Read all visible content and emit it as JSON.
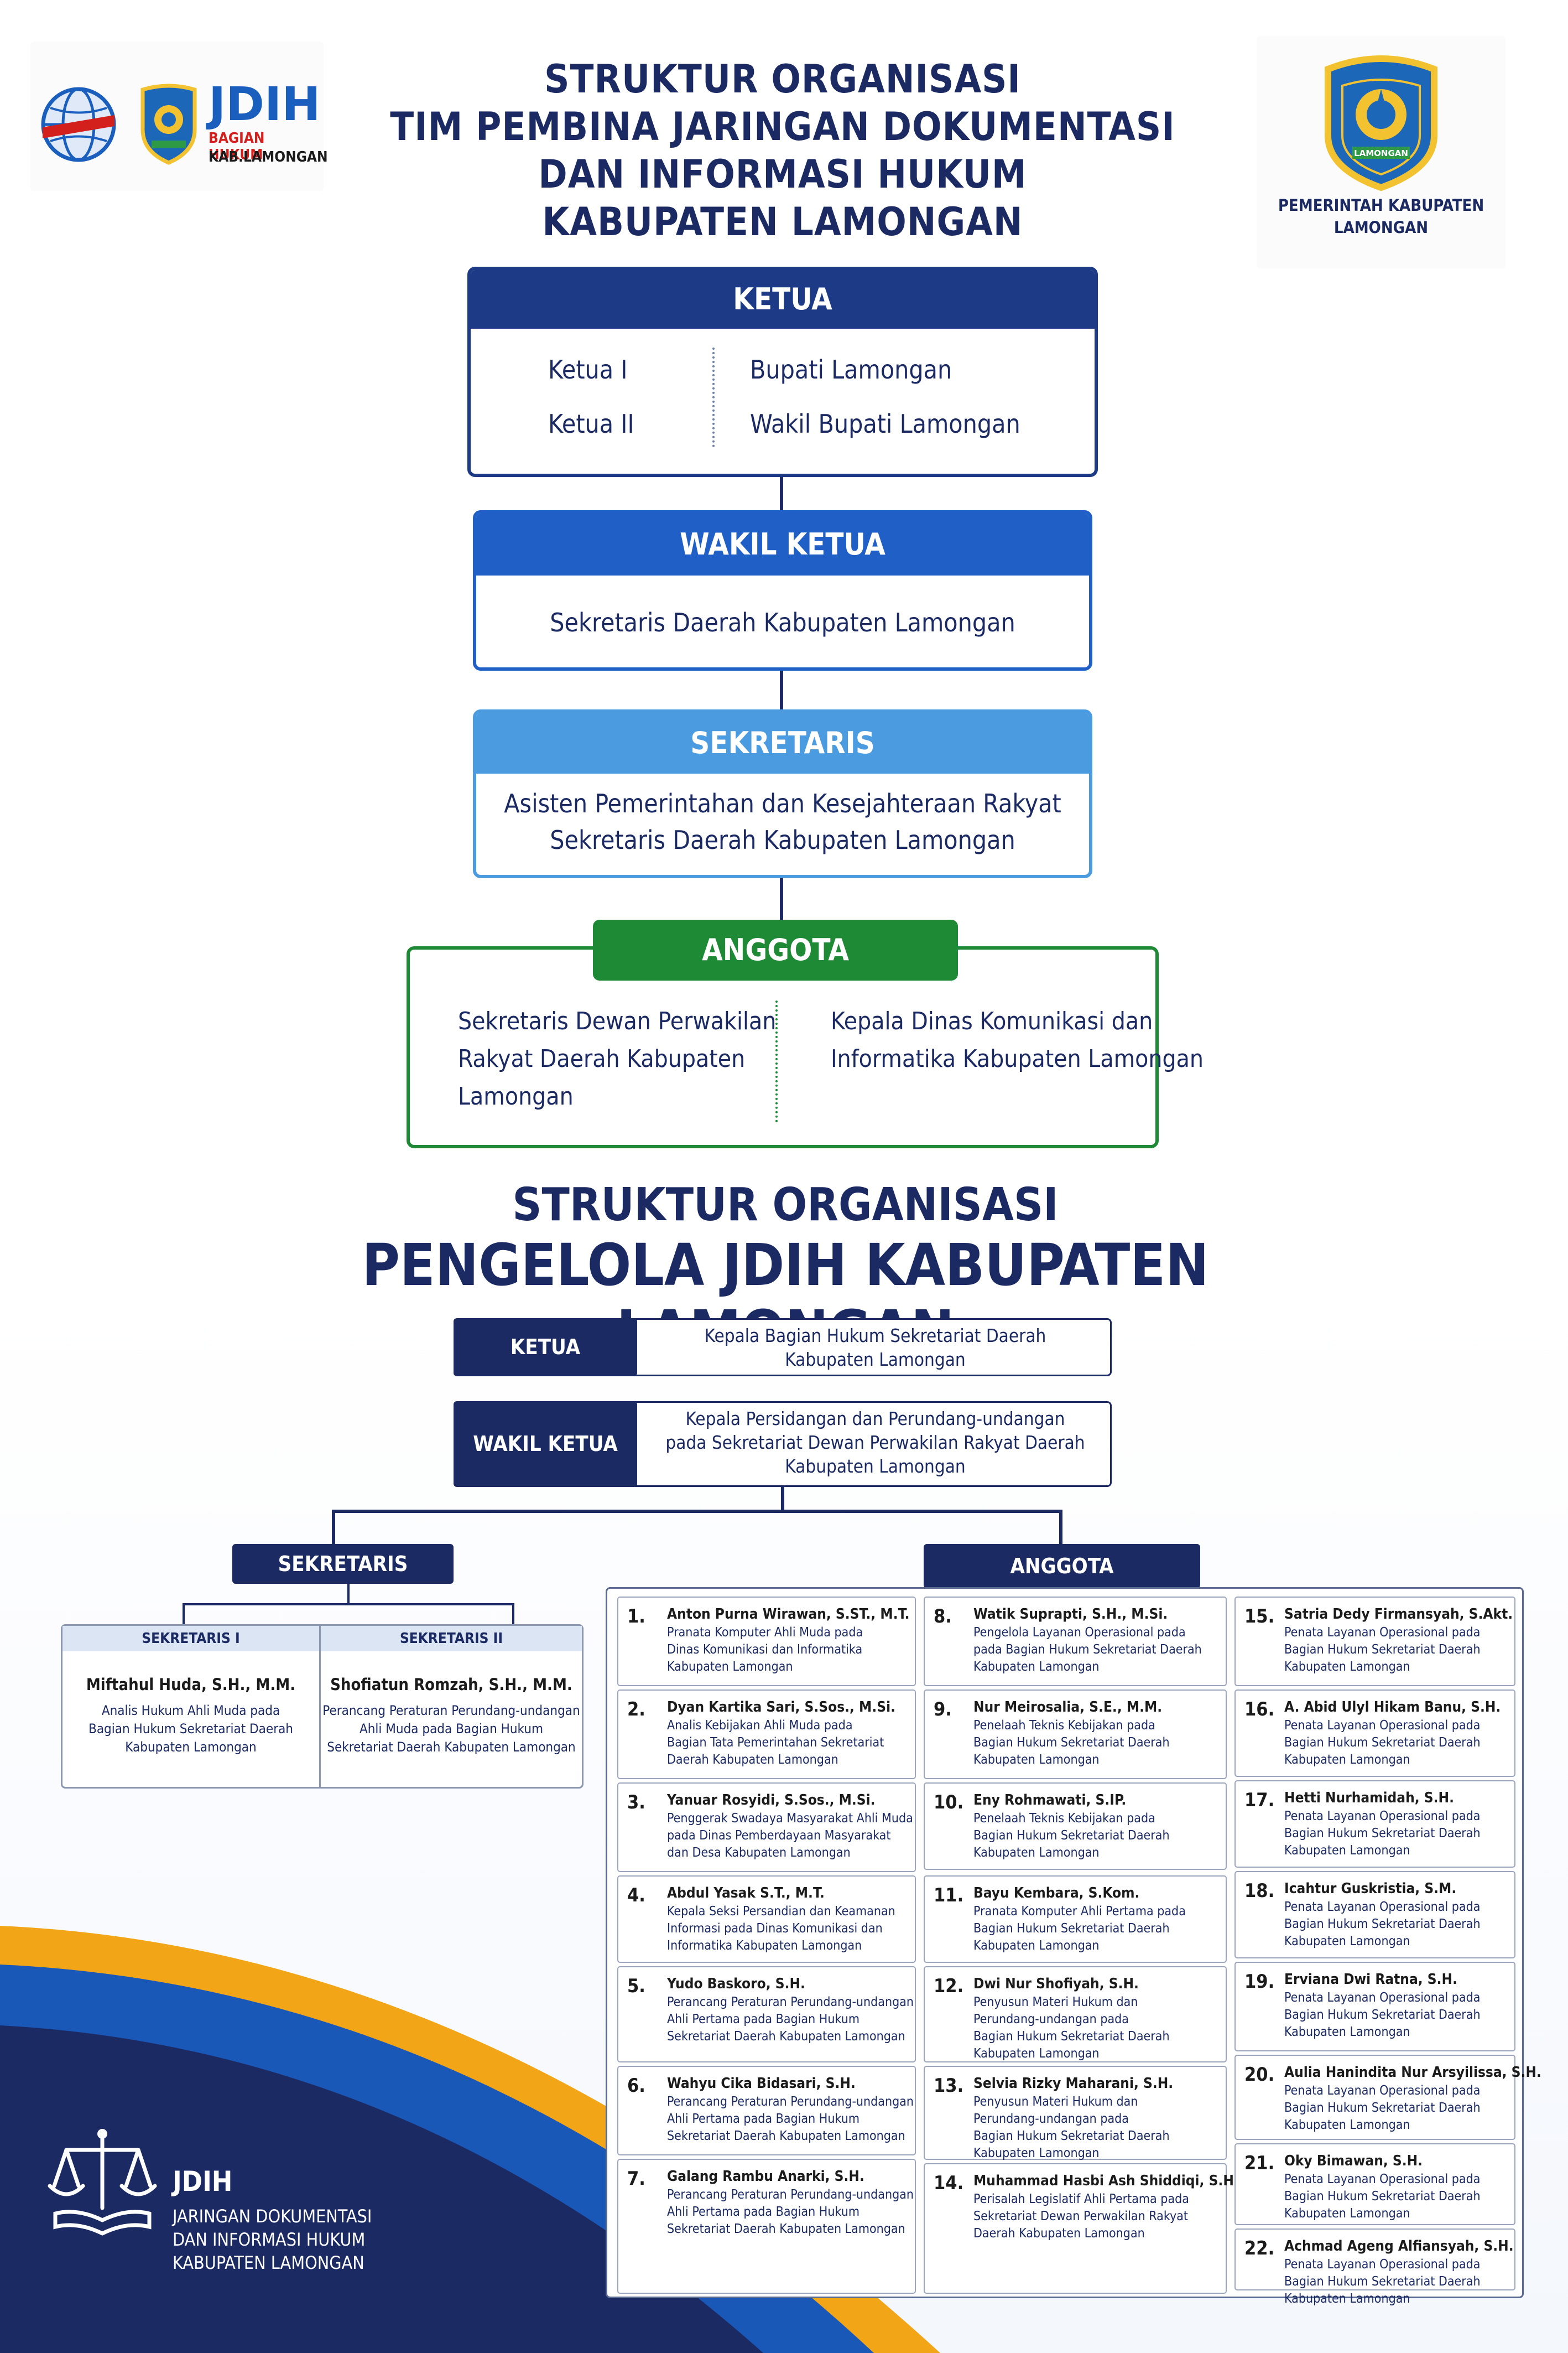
{
  "header": {
    "title_lines": [
      "STRUKTUR ORGANISASI",
      "TIM PEMBINA JARINGAN DOKUMENTASI",
      "DAN INFORMASI HUKUM",
      "KABUPATEN LAMONGAN"
    ],
    "logo_left": {
      "brand": "JDIH",
      "line1": "BAGIAN HUKUM",
      "line2": "KAB.LAMONGAN"
    },
    "logo_right": {
      "shield_text": "LAMONGAN",
      "line1": "PEMERINTAH KABUPATEN",
      "line2": "LAMONGAN"
    }
  },
  "tim_pembina": {
    "ketua": {
      "header": "KETUA",
      "rows": [
        {
          "role": "Ketua I",
          "person": "Bupati Lamongan"
        },
        {
          "role": "Ketua II",
          "person": "Wakil Bupati Lamongan"
        }
      ]
    },
    "wakil_ketua": {
      "header": "WAKIL KETUA",
      "text": "Sekretaris Daerah Kabupaten Lamongan"
    },
    "sekretaris": {
      "header": "SEKRETARIS",
      "line1": "Asisten Pemerintahan dan Kesejahteraan Rakyat",
      "line2": "Sekretaris Daerah Kabupaten Lamongan"
    },
    "anggota": {
      "header": "ANGGOTA",
      "left": [
        "Sekretaris Dewan Perwakilan",
        "Rakyat Daerah Kabupaten",
        "Lamongan"
      ],
      "right": [
        "Kepala Dinas Komunikasi dan",
        "Informatika Kabupaten Lamongan"
      ]
    }
  },
  "pengelola": {
    "title_line1": "STRUKTUR ORGANISASI",
    "title_line2": "PENGELOLA JDIH KABUPATEN LAMONGAN",
    "ketua": {
      "label": "KETUA",
      "lines": [
        "Kepala Bagian Hukum Sekretariat Daerah",
        "Kabupaten Lamongan"
      ]
    },
    "wakil_ketua": {
      "label": "WAKIL KETUA",
      "lines": [
        "Kepala Persidangan dan Perundang-undangan",
        "pada Sekretariat Dewan Perwakilan Rakyat Daerah",
        "Kabupaten Lamongan"
      ]
    },
    "sekretaris": {
      "label": "SEKRETARIS",
      "items": [
        {
          "header": "SEKRETARIS I",
          "name": "Miftahul Huda, S.H., M.M.",
          "desc": [
            "Analis Hukum Ahli Muda pada",
            "Bagian Hukum Sekretariat Daerah",
            "Kabupaten Lamongan"
          ]
        },
        {
          "header": "SEKRETARIS II",
          "name": "Shofiatun Romzah, S.H., M.M.",
          "desc": [
            "Perancang Peraturan Perundang-undangan",
            "Ahli Muda pada Bagian Hukum",
            "Sekretariat Daerah Kabupaten Lamongan"
          ]
        }
      ]
    },
    "anggota": {
      "label": "ANGGOTA",
      "members": [
        {
          "no": "1.",
          "name": "Anton Purna Wirawan, S.ST., M.T.",
          "desc": "Pranata Komputer Ahli Muda pada\nDinas Komunikasi dan Informatika\nKabupaten Lamongan"
        },
        {
          "no": "2.",
          "name": "Dyan Kartika Sari, S.Sos., M.Si.",
          "desc": "Analis Kebijakan Ahli Muda pada\nBagian Tata Pemerintahan Sekretariat\nDaerah Kabupaten Lamongan"
        },
        {
          "no": "3.",
          "name": "Yanuar Rosyidi, S.Sos., M.Si.",
          "desc": "Penggerak Swadaya Masyarakat Ahli Muda\npada Dinas Pemberdayaan Masyarakat\ndan Desa Kabupaten Lamongan"
        },
        {
          "no": "4.",
          "name": "Abdul Yasak S.T., M.T.",
          "desc": "Kepala Seksi Persandian dan Keamanan\nInformasi pada Dinas Komunikasi dan\nInformatika Kabupaten Lamongan"
        },
        {
          "no": "5.",
          "name": "Yudo Baskoro, S.H.",
          "desc": "Perancang Peraturan Perundang-undangan\nAhli Pertama pada Bagian Hukum\nSekretariat Daerah Kabupaten Lamongan"
        },
        {
          "no": "6.",
          "name": "Wahyu Cika Bidasari, S.H.",
          "desc": "Perancang Peraturan Perundang-undangan\nAhli Pertama pada Bagian Hukum\nSekretariat Daerah Kabupaten Lamongan"
        },
        {
          "no": "7.",
          "name": "Galang Rambu Anarki, S.H.",
          "desc": "Perancang Peraturan Perundang-undangan\nAhli Pertama pada Bagian Hukum\nSekretariat Daerah Kabupaten Lamongan"
        },
        {
          "no": "8.",
          "name": "Watik Suprapti, S.H., M.Si.",
          "desc": "Pengelola Layanan Operasional pada\npada Bagian Hukum Sekretariat Daerah\nKabupaten Lamongan"
        },
        {
          "no": "9.",
          "name": "Nur Meirosalia, S.E., M.M.",
          "desc": "Penelaah Teknis Kebijakan pada\nBagian Hukum Sekretariat Daerah\nKabupaten Lamongan"
        },
        {
          "no": "10.",
          "name": "Eny Rohmawati, S.IP.",
          "desc": "Penelaah Teknis Kebijakan pada\nBagian Hukum Sekretariat Daerah\nKabupaten Lamongan"
        },
        {
          "no": "11.",
          "name": "Bayu Kembara, S.Kom.",
          "desc": "Pranata Komputer Ahli Pertama pada\nBagian Hukum Sekretariat Daerah\nKabupaten Lamongan"
        },
        {
          "no": "12.",
          "name": "Dwi Nur Shofiyah, S.H.",
          "desc": "Penyusun Materi Hukum dan\nPerundang-undangan pada\nBagian Hukum Sekretariat Daerah\nKabupaten Lamongan"
        },
        {
          "no": "13.",
          "name": "Selvia Rizky Maharani, S.H.",
          "desc": "Penyusun Materi Hukum dan\nPerundang-undangan pada\nBagian Hukum Sekretariat Daerah\nKabupaten Lamongan"
        },
        {
          "no": "14.",
          "name": "Muhammad Hasbi Ash Shiddiqi, S.H.",
          "desc": "Perisalah Legislatif Ahli Pertama pada\nSekretariat Dewan Perwakilan Rakyat\nDaerah Kabupaten Lamongan"
        },
        {
          "no": "15.",
          "name": "Satria Dedy Firmansyah, S.Akt.",
          "desc": "Penata Layanan Operasional pada\nBagian Hukum Sekretariat Daerah\nKabupaten Lamongan"
        },
        {
          "no": "16.",
          "name": "A. Abid Ulyl Hikam Banu, S.H.",
          "desc": "Penata Layanan Operasional pada\nBagian Hukum Sekretariat Daerah\nKabupaten Lamongan"
        },
        {
          "no": "17.",
          "name": "Hetti Nurhamidah, S.H.",
          "desc": "Penata Layanan Operasional pada\nBagian Hukum Sekretariat Daerah\nKabupaten Lamongan"
        },
        {
          "no": "18.",
          "name": "Icahtur Guskristia, S.M.",
          "desc": "Penata Layanan Operasional pada\nBagian Hukum Sekretariat Daerah\nKabupaten Lamongan"
        },
        {
          "no": "19.",
          "name": "Erviana Dwi Ratna, S.H.",
          "desc": "Penata Layanan Operasional pada\nBagian Hukum Sekretariat Daerah\nKabupaten Lamongan"
        },
        {
          "no": "20.",
          "name": "Aulia Hanindita Nur Arsyilissa, S.H.",
          "desc": "Penata Layanan Operasional pada\nBagian Hukum Sekretariat Daerah\nKabupaten Lamongan"
        },
        {
          "no": "21.",
          "name": "Oky Bimawan, S.H.",
          "desc": "Penata Layanan Operasional pada\nBagian Hukum Sekretariat Daerah\nKabupaten Lamongan"
        },
        {
          "no": "22.",
          "name": "Achmad Ageng Alfiansyah, S.H.",
          "desc": "Penata Layanan Operasional pada\nBagian Hukum Sekretariat Daerah\nKabupaten Lamongan"
        }
      ]
    }
  },
  "footer": {
    "brand": "JDIH",
    "lines": [
      "JARINGAN DOKUMENTASI",
      "DAN INFORMASI HUKUM",
      "KABUPATEN LAMONGAN"
    ]
  },
  "colors": {
    "navy": "#1b2a63",
    "ketua_header": "#1d3a86",
    "wakil_header": "#1f5fc6",
    "sekretaris_header": "#4b9be0",
    "anggota_header": "#1e8a35",
    "gold": "#f2a516"
  }
}
